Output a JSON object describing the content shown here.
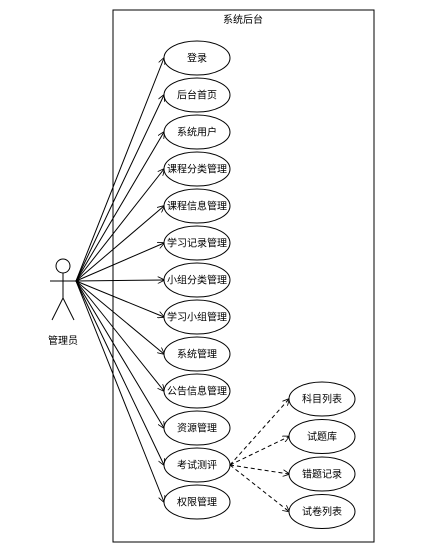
{
  "system": {
    "title": "系统后台"
  },
  "actor": {
    "label": "管理员"
  },
  "use_cases": [
    {
      "id": "uc1",
      "label": "登录"
    },
    {
      "id": "uc2",
      "label": "后台首页"
    },
    {
      "id": "uc3",
      "label": "系统用户"
    },
    {
      "id": "uc4",
      "label": "课程分类管理"
    },
    {
      "id": "uc5",
      "label": "课程信息管理"
    },
    {
      "id": "uc6",
      "label": "学习记录管理"
    },
    {
      "id": "uc7",
      "label": "小组分类管理"
    },
    {
      "id": "uc8",
      "label": "学习小组管理"
    },
    {
      "id": "uc9",
      "label": "系统管理"
    },
    {
      "id": "uc10",
      "label": "公告信息管理"
    },
    {
      "id": "uc11",
      "label": "资源管理"
    },
    {
      "id": "uc12",
      "label": "考试测评"
    },
    {
      "id": "uc13",
      "label": "权限管理"
    }
  ],
  "sub_use_cases": [
    {
      "id": "s1",
      "label": "科目列表"
    },
    {
      "id": "s2",
      "label": "试题库"
    },
    {
      "id": "s3",
      "label": "错题记录"
    },
    {
      "id": "s4",
      "label": "试卷列表"
    }
  ],
  "colors": {
    "stroke": "#000000",
    "fill": "#ffffff"
  }
}
